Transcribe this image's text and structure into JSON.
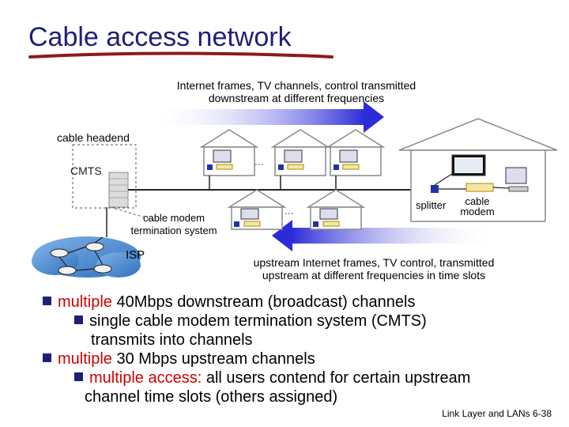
{
  "title": "Cable access network",
  "labels": {
    "downstream_line1": "Internet frames, TV channels, control  transmitted",
    "downstream_line2": "downstream at different frequencies",
    "cable_headend": "cable headend",
    "cmts": "CMTS",
    "ellipsis": "...",
    "cmts_full_line1": "cable modem",
    "cmts_full_line2": "termination system",
    "isp": "ISP",
    "splitter": "splitter",
    "cable_modem_line1": "cable",
    "cable_modem_line2": "modem",
    "upstream_line1": "upstream Internet frames, TV control,  transmitted",
    "upstream_line2": "upstream at different frequencies in time slots"
  },
  "bullets": {
    "b1_pre": "multiple",
    "b1_post": " 40Mbps downstream (broadcast) channels",
    "b1a_line1": "single cable modem termination system (CMTS)",
    "b1a_line2": "transmits into channels",
    "b2_pre": "multiple",
    "b2_post": " 30 Mbps upstream channels",
    "b2a_pre": "multiple access:",
    "b2a_post": " all users contend for certain upstream",
    "b2a_line2": "channel time slots (others assigned)"
  },
  "footer": {
    "text": "Link Layer and LANs",
    "page": "6-38"
  },
  "colors": {
    "title": "#1f1f7a",
    "highlight": "#cc0000",
    "arrow": "#3a3ad8",
    "house": "#888888"
  }
}
